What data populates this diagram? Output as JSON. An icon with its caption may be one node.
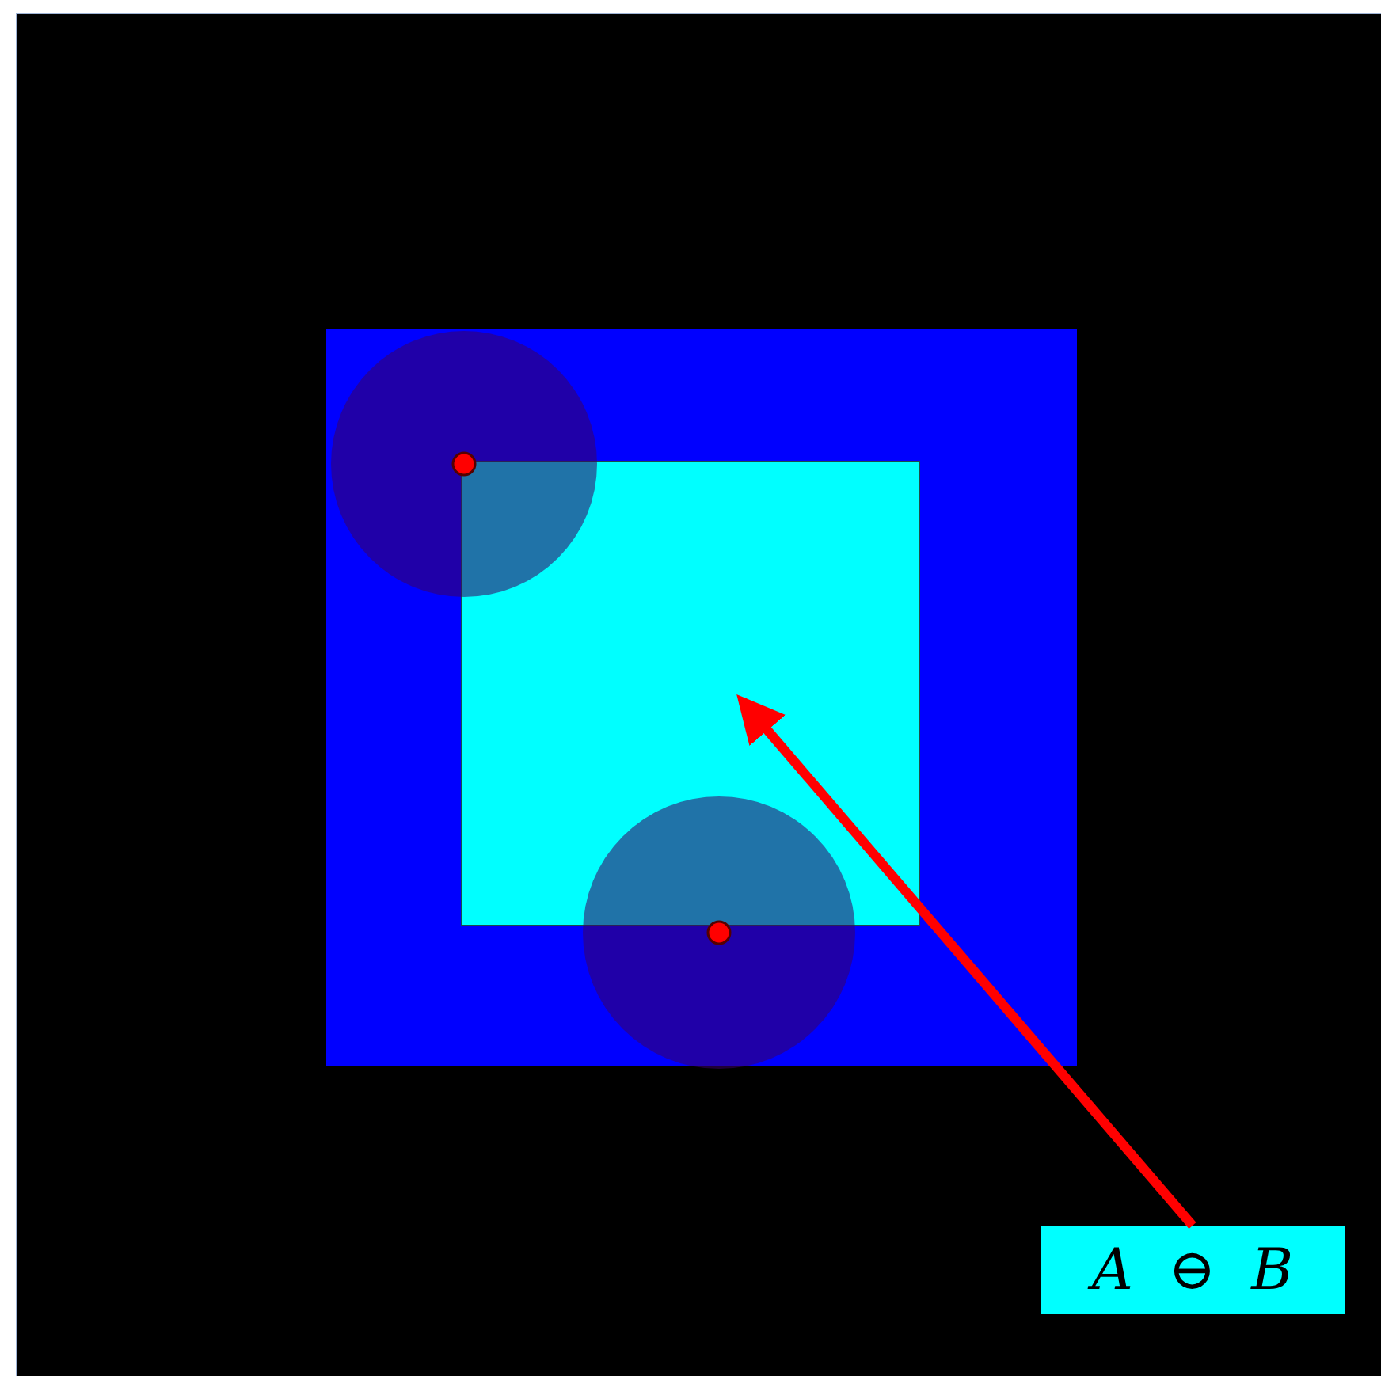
{
  "diagram": {
    "nodes": [
      {
        "text": [
          "*A* ⊖ *B*"
        ]
      },
      {
        "text": [],
        "shape": "box"
      }
    ],
    "edges": [
      {
        "from": 0,
        "to": 1,
        "arrow": "to",
        "color": "#ff0000"
      }
    ]
  }
}
